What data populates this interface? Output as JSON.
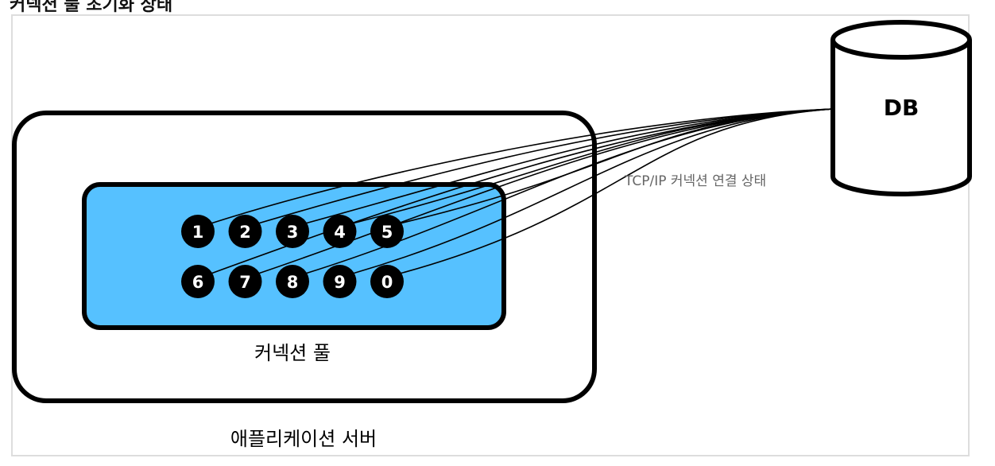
{
  "top_caption": "커넥션 풀 초기화 상태",
  "diagram": {
    "app_server_label": "애플리케이션 서버",
    "pool_label": "커넥션 풀",
    "db_label": "DB",
    "connection_label": "TCP/IP 커넥션 연결 상태",
    "connections": [
      "1",
      "2",
      "3",
      "4",
      "5",
      "6",
      "7",
      "8",
      "9",
      "0"
    ],
    "colors": {
      "pool_fill": "#56C1FF",
      "stroke": "#000000",
      "node_fill": "#000000",
      "node_text": "#ffffff",
      "label_gray": "#666666"
    }
  }
}
